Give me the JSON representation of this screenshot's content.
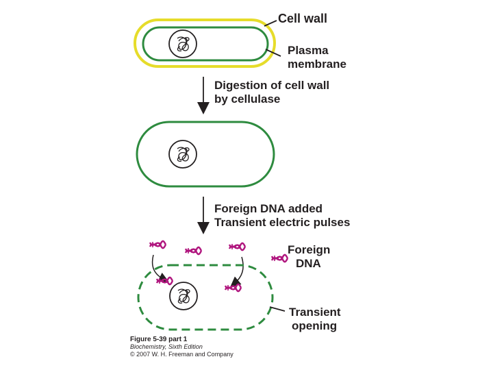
{
  "labels": {
    "cell_wall": "Cell wall",
    "plasma_membrane": [
      "Plasma",
      "membrane"
    ],
    "step1": [
      "Digestion of cell wall",
      "by cellulase"
    ],
    "step2": [
      "Foreign DNA added",
      "Transient electric pulses"
    ],
    "foreign_dna": [
      "Foreign",
      "DNA"
    ],
    "transient_opening": [
      "Transient",
      "opening"
    ]
  },
  "caption": {
    "figure": "Figure 5-39 part 1",
    "book": "Biochemistry, Sixth Edition",
    "copyright": "© 2007 W. H. Freeman and Company"
  },
  "colors": {
    "cell_wall": "#e6dc2a",
    "membrane": "#2e8b3f",
    "dna": "#b0167e",
    "text": "#231f20"
  }
}
